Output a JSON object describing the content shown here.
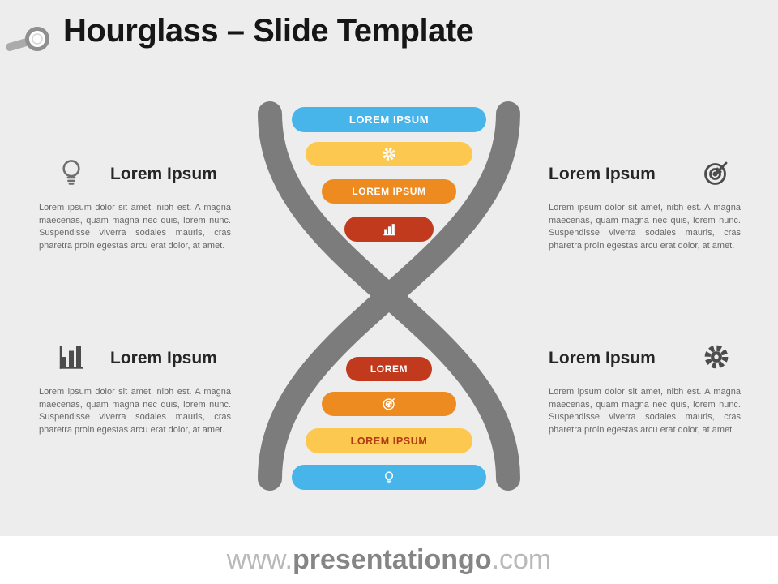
{
  "slide": {
    "title": "Hourglass – Slide Template",
    "background": "#ededed"
  },
  "hourglass": {
    "ribbon_color": "#7c7c7c",
    "top_pills": [
      {
        "label": "LOREM IPSUM",
        "bg": "#47b5e9",
        "fg": "#ffffff"
      },
      {
        "icon": "gear-icon",
        "bg": "#fcc850",
        "fg": "#ffffff"
      },
      {
        "label": "LOREM IPSUM",
        "bg": "#ee8b20",
        "fg": "#ffffff"
      },
      {
        "icon": "bar-chart-icon",
        "bg": "#c13a1d",
        "fg": "#ffffff"
      }
    ],
    "bottom_pills": [
      {
        "label": "LOREM",
        "bg": "#c13a1d",
        "fg": "#ffffff"
      },
      {
        "icon": "target-icon",
        "bg": "#ee8b20",
        "fg": "#ffffff"
      },
      {
        "label": "LOREM IPSUM",
        "bg": "#fcc850",
        "fg": "#b23a12"
      },
      {
        "icon": "bulb-icon",
        "bg": "#47b5e9",
        "fg": "#ffffff"
      }
    ]
  },
  "blocks": [
    {
      "position": "top-left",
      "icon": "bulb-icon",
      "heading": "Lorem Ipsum",
      "body": "Lorem ipsum dolor sit amet, nibh est. A magna maecenas, quam magna nec quis, lorem nunc. Suspendisse viverra sodales mauris, cras pharetra proin egestas arcu erat dolor, at amet."
    },
    {
      "position": "top-right",
      "icon": "target-icon",
      "heading": "Lorem Ipsum",
      "body": "Lorem ipsum dolor sit amet, nibh est. A magna maecenas, quam magna nec quis, lorem nunc. Suspendisse viverra sodales mauris, cras pharetra proin egestas arcu erat dolor, at amet."
    },
    {
      "position": "bottom-left",
      "icon": "bar-chart-icon",
      "heading": "Lorem Ipsum",
      "body": "Lorem ipsum dolor sit amet, nibh est. A magna maecenas, quam magna nec quis, lorem nunc. Suspendisse viverra sodales mauris, cras pharetra proin egestas arcu erat dolor, at amet."
    },
    {
      "position": "bottom-right",
      "icon": "gear-icon",
      "heading": "Lorem Ipsum",
      "body": "Lorem ipsum dolor sit amet, nibh est. A magna maecenas, quam magna nec quis, lorem nunc. Suspendisse viverra sodales mauris, cras pharetra proin egestas arcu erat dolor, at amet."
    }
  ],
  "footer": {
    "prefix": "www.",
    "brand": "presentationgo",
    "suffix": ".com"
  }
}
